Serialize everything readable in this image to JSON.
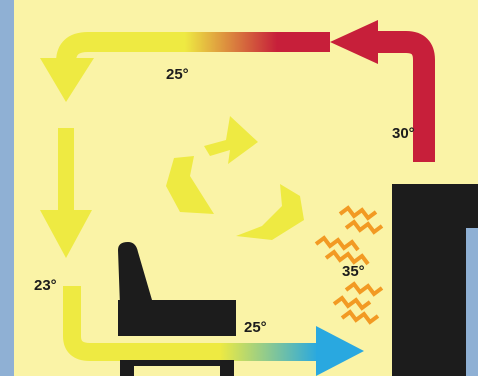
{
  "colors": {
    "frame": "#8fb0d4",
    "background": "#faf3a6",
    "cool_arrow": "#eeea42",
    "warm_arrow": "#c71f3a",
    "cold_tip": "#29a8e0",
    "heat_waves": "#f29a23",
    "furniture": "#1c1c1c"
  },
  "labels": {
    "top_left": "25°",
    "top_right": "30°",
    "left": "23°",
    "heater": "35°",
    "bottom": "25°"
  }
}
